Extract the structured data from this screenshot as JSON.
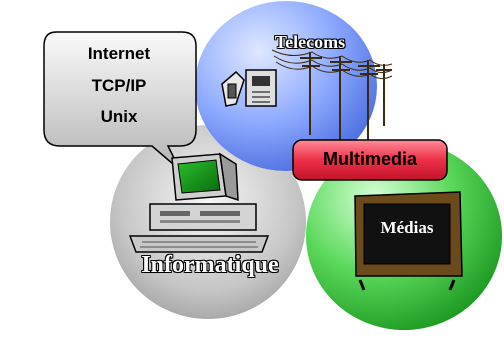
{
  "bubble": {
    "line1": "Internet",
    "line2": "TCP/IP",
    "line3": "Unix"
  },
  "circles": {
    "telecoms": "Telecoms",
    "informatique": "Informatique",
    "medias": "Médias"
  },
  "badge": {
    "label": "Multimedia"
  },
  "colors": {
    "telecoms_circle": "#7f9fff",
    "informatique_circle": "#b8b8b8",
    "medias_circle": "#22b022",
    "badge": "#e8283c",
    "bubble": "#d8d8d8"
  }
}
